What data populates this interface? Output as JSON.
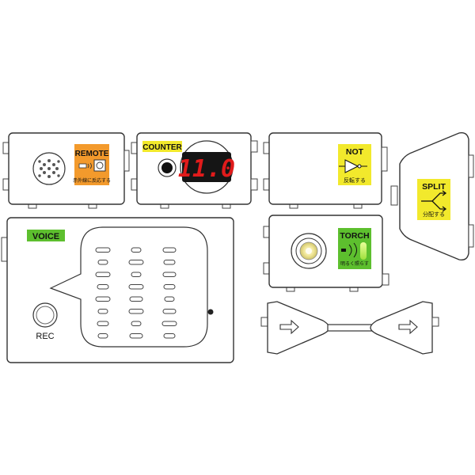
{
  "modules": {
    "remote": {
      "label": "REMOTE",
      "sublabel": "赤外線に反応する",
      "color": "#f39a2c"
    },
    "counter": {
      "label": "COUNTER",
      "display": "11.0",
      "color": "#f2e92c",
      "digit_color": "#e01b1b"
    },
    "not": {
      "label": "NOT",
      "sublabel": "反転する",
      "color": "#f2e92c"
    },
    "split": {
      "label": "SPLIT",
      "sublabel": "分配する",
      "color": "#f2e92c"
    },
    "torch": {
      "label": "TORCH",
      "sublabel": "明るく照らす",
      "color": "#5dbf2e"
    },
    "voice": {
      "label": "VOICE",
      "rec_label": "REC",
      "color": "#5dbf2e"
    },
    "cable": {
      "icons": [
        "arrow-right-icon",
        "arrow-right-icon"
      ]
    }
  }
}
